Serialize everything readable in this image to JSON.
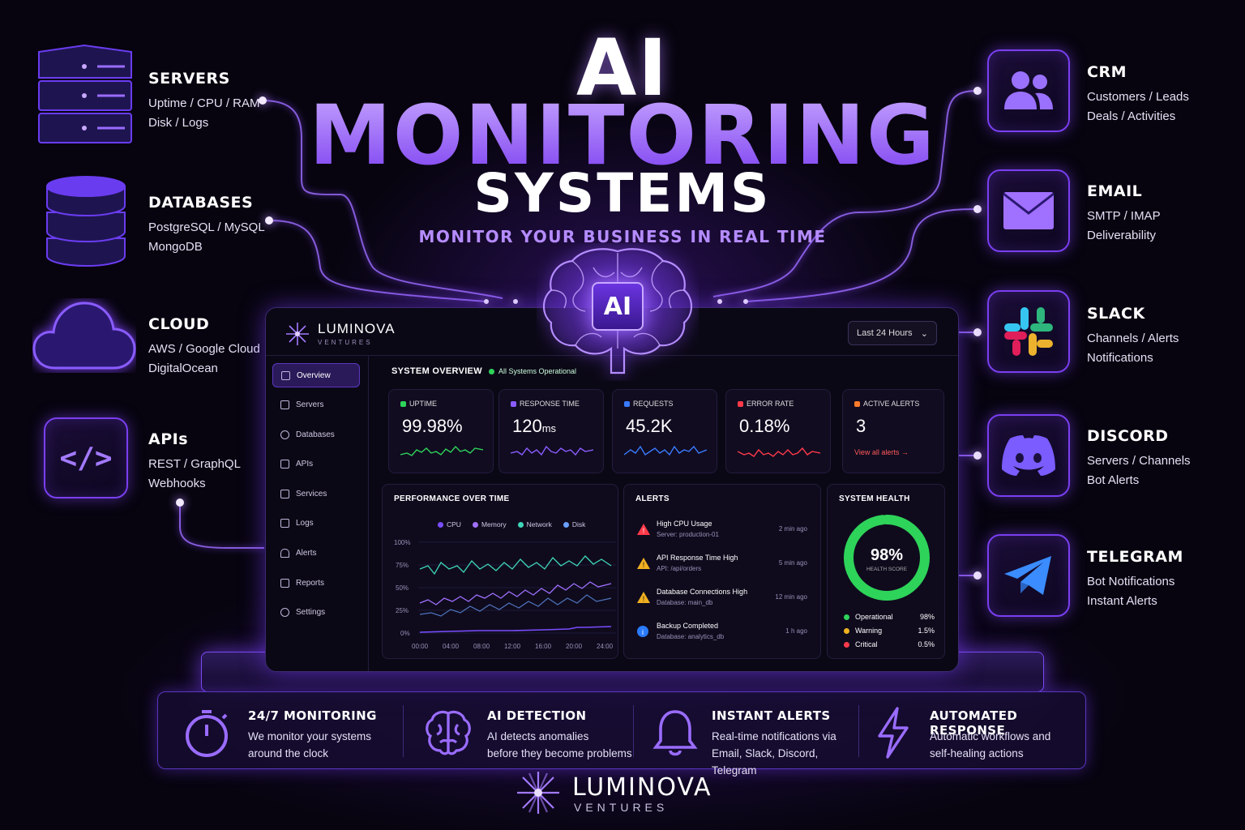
{
  "title": {
    "line1": "AI",
    "line2": "MONITORING",
    "line3": "SYSTEMS",
    "subtitle": "MONITOR YOUR BUSINESS IN REAL TIME"
  },
  "brain_label": "AI",
  "sources": [
    {
      "title": "SERVERS",
      "line1": "Uptime / CPU / RAM",
      "line2": "Disk / Logs",
      "icon": "server-stack-icon"
    },
    {
      "title": "DATABASES",
      "line1": "PostgreSQL / MySQL",
      "line2": "MongoDB",
      "icon": "database-icon"
    },
    {
      "title": "CLOUD",
      "line1": "AWS / Google Cloud",
      "line2": "DigitalOcean",
      "icon": "cloud-icon"
    },
    {
      "title": "APIs",
      "line1": "REST / GraphQL",
      "line2": "Webhooks",
      "icon": "code-icon",
      "glyph": "</>"
    }
  ],
  "integrations": [
    {
      "title": "CRM",
      "line1": "Customers / Leads",
      "line2": "Deals / Activities",
      "icon": "users-icon"
    },
    {
      "title": "EMAIL",
      "line1": "SMTP / IMAP",
      "line2": "Deliverability",
      "icon": "envelope-icon"
    },
    {
      "title": "SLACK",
      "line1": "Channels / Alerts",
      "line2": "Notifications",
      "icon": "slack-icon"
    },
    {
      "title": "DISCORD",
      "line1": "Servers / Channels",
      "line2": "Bot Alerts",
      "icon": "discord-icon"
    },
    {
      "title": "TELEGRAM",
      "line1": "Bot Notifications",
      "line2": "Instant Alerts",
      "icon": "telegram-icon"
    }
  ],
  "dashboard": {
    "brand": "LUMINOVA",
    "brand_sub": "VENTURES",
    "range": "Last 24 Hours",
    "nav": [
      "Overview",
      "Servers",
      "Databases",
      "APIs",
      "Services",
      "Logs",
      "Alerts",
      "Reports",
      "Settings"
    ],
    "overview_title": "SYSTEM OVERVIEW",
    "status": "All Systems Operational",
    "kpis": [
      {
        "label": "UPTIME",
        "value": "99.98%",
        "unit": "",
        "color": "#2ed35a"
      },
      {
        "label": "RESPONSE TIME",
        "value": "120",
        "unit": "ms",
        "color": "#8a5cff"
      },
      {
        "label": "REQUESTS",
        "value": "45.2K",
        "unit": "",
        "color": "#3a7bff"
      },
      {
        "label": "ERROR RATE",
        "value": "0.18%",
        "unit": "",
        "color": "#ff3a4a"
      },
      {
        "label": "ACTIVE ALERTS",
        "value": "3",
        "unit": "",
        "color": "#ff7a2a",
        "link": "View all alerts →"
      }
    ],
    "performance": {
      "title": "PERFORMANCE OVER TIME",
      "legend": [
        {
          "name": "CPU",
          "color": "#7a4dff"
        },
        {
          "name": "Memory",
          "color": "#a070ff"
        },
        {
          "name": "Network",
          "color": "#3fd6b8"
        },
        {
          "name": "Disk",
          "color": "#6aa0ff"
        }
      ],
      "y_ticks": [
        "100%",
        "75%",
        "50%",
        "25%",
        "0%"
      ],
      "x_ticks": [
        "00:00",
        "04:00",
        "08:00",
        "12:00",
        "16:00",
        "20:00",
        "24:00"
      ]
    },
    "alerts": {
      "title": "ALERTS",
      "items": [
        {
          "title": "High CPU Usage",
          "sub": "Server: production-01",
          "time": "2 min ago",
          "level": "critical"
        },
        {
          "title": "API Response Time High",
          "sub": "API: /api/orders",
          "time": "5 min ago",
          "level": "warning"
        },
        {
          "title": "Database Connections High",
          "sub": "Database: main_db",
          "time": "12 min ago",
          "level": "warning"
        },
        {
          "title": "Backup Completed",
          "sub": "Database: analytics_db",
          "time": "1 h ago",
          "level": "info"
        }
      ]
    },
    "health": {
      "title": "SYSTEM HEALTH",
      "score": "98%",
      "score_label": "HEALTH SCORE",
      "score_value": 98,
      "rows": [
        {
          "name": "Operational",
          "value": "98%",
          "color": "#2ed35a"
        },
        {
          "name": "Warning",
          "value": "1.5%",
          "color": "#f0b020"
        },
        {
          "name": "Critical",
          "value": "0.5%",
          "color": "#ff3a4a"
        }
      ]
    }
  },
  "features": [
    {
      "title": "24/7 MONITORING",
      "line1": "We monitor your systems",
      "line2": "around the clock",
      "icon": "stopwatch-icon"
    },
    {
      "title": "AI DETECTION",
      "line1": "AI detects anomalies",
      "line2": "before they become problems",
      "icon": "brain-icon"
    },
    {
      "title": "INSTANT ALERTS",
      "line1": "Real-time notifications via",
      "line2": "Email, Slack, Discord, Telegram",
      "icon": "bell-icon"
    },
    {
      "title": "AUTOMATED RESPONSE",
      "line1": "Automatic workflows and",
      "line2": "self-healing actions",
      "icon": "lightning-icon"
    }
  ],
  "footer": {
    "brand": "LUMINOVA",
    "sub": "VENTURES"
  },
  "colors": {
    "accent": "#8a4dff",
    "accent_light": "#b58cff",
    "bg": "#07040f"
  }
}
